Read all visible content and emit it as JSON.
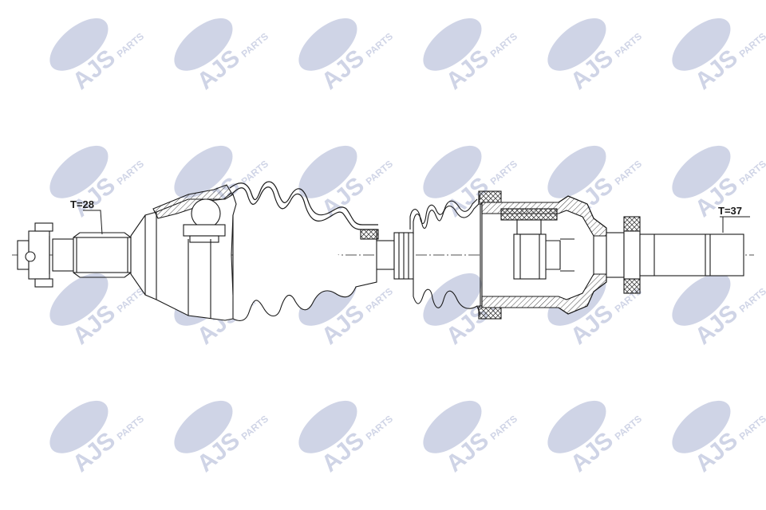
{
  "diagram": {
    "left_spline": {
      "label": "T=28"
    },
    "right_spline": {
      "label": "T=37"
    }
  },
  "watermark": {
    "brand": "AJS",
    "sub": "PARTS",
    "color": "#2a3f8f",
    "rows": 4,
    "cols": 6
  },
  "colors": {
    "line": "#1a1a1a",
    "hatch": "#444444",
    "background": "#ffffff"
  }
}
